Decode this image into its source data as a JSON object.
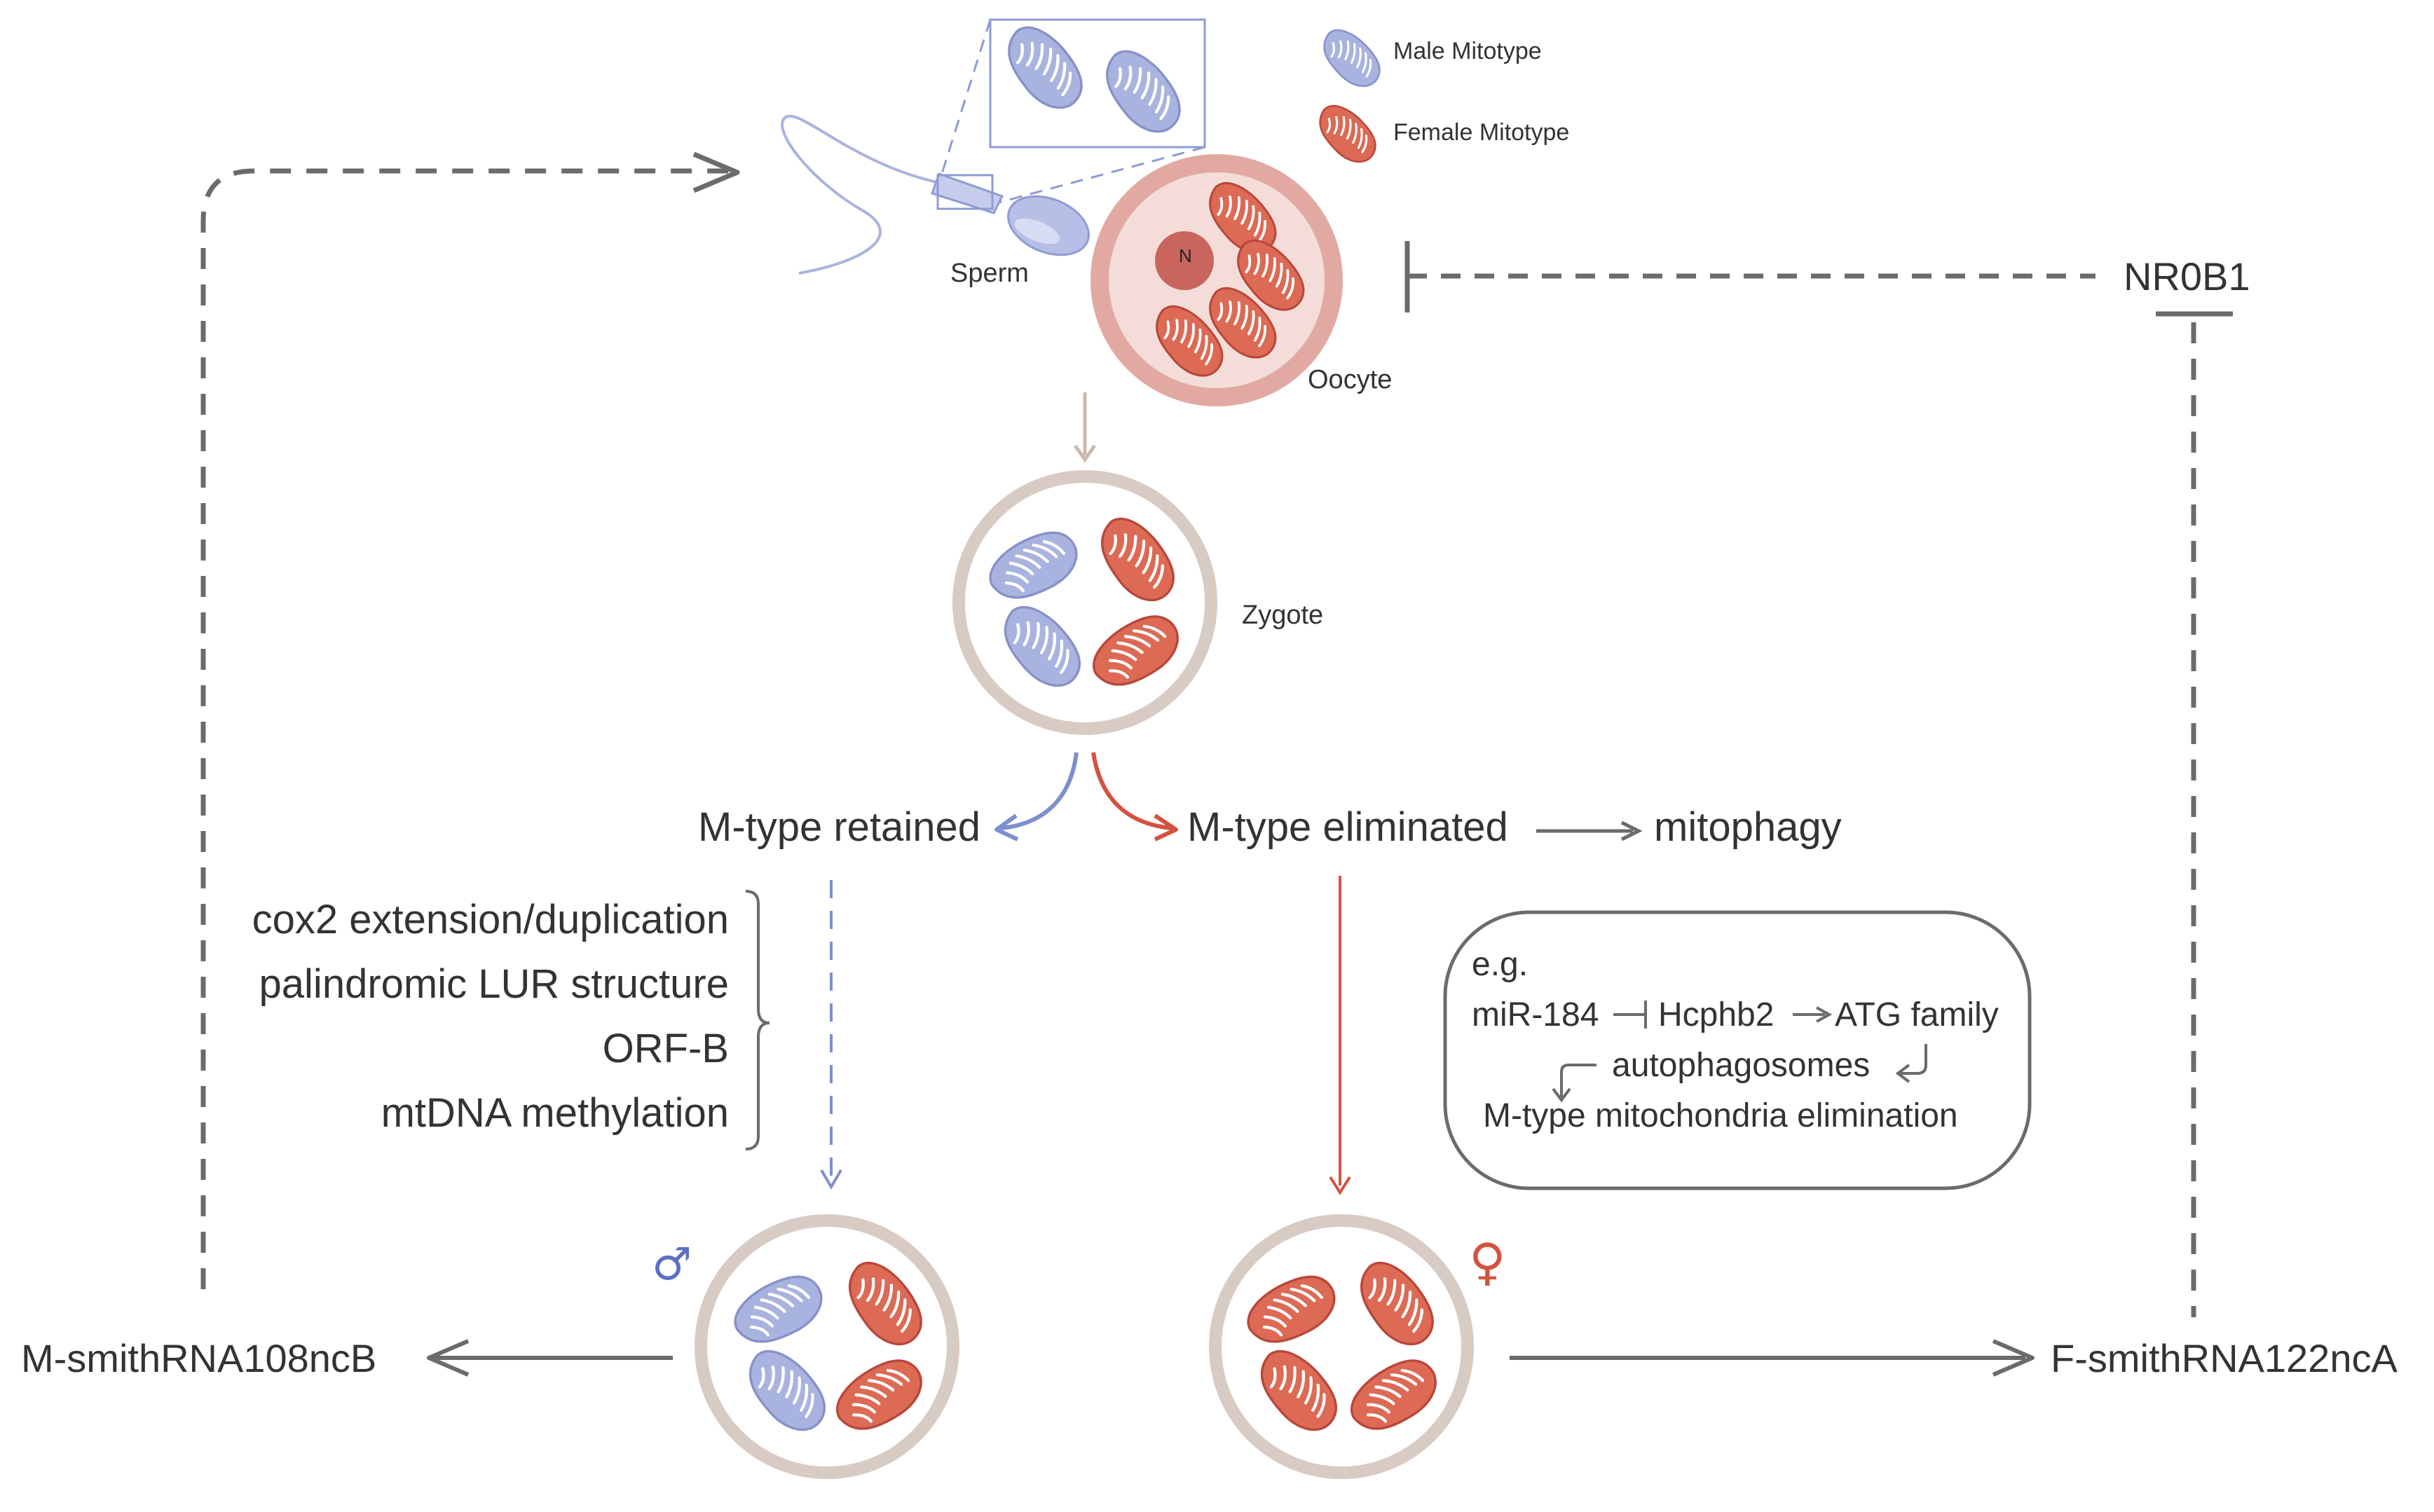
{
  "legend": {
    "male_label": "Male Mitotype",
    "female_label": "Female Mitotype"
  },
  "labels": {
    "sperm": "Sperm",
    "oocyte": "Oocyte",
    "nucleus": "N",
    "zygote": "Zygote",
    "m_type_retained": "M-type retained",
    "m_type_eliminated": "M-type eliminated",
    "mitophagy": "mitophagy",
    "male_symbol": "♂",
    "female_symbol": "♀",
    "nr0b1": "NR0B1",
    "m_smithrna": "M-smithRNA108ncB",
    "f_smithrna": "F-smithRNA122ncA"
  },
  "retention_features": [
    "cox2 extension/duplication",
    "palindromic LUR structure",
    "ORF-B",
    "mtDNA methylation"
  ],
  "example_box": {
    "eg": "e.g.",
    "mir": "miR-184",
    "hcphb2": "Hcphb2",
    "atg": "ATG family",
    "autophagosomes": "autophagosomes",
    "elimination": "M-type mitochondria elimination"
  },
  "colors": {
    "male": "#a9b3df",
    "male_stroke": "#8791c8",
    "female": "#dc6a55",
    "female_stroke": "#b8473a",
    "cell_ring": "#d8cbc4",
    "oocyte_ring": "#e2a9a3",
    "oocyte_fill": "#f4ddd9",
    "arrow_gray": "#6b6b6b",
    "blue_arrow": "#7d8fce",
    "red_arrow": "#d4523f"
  }
}
